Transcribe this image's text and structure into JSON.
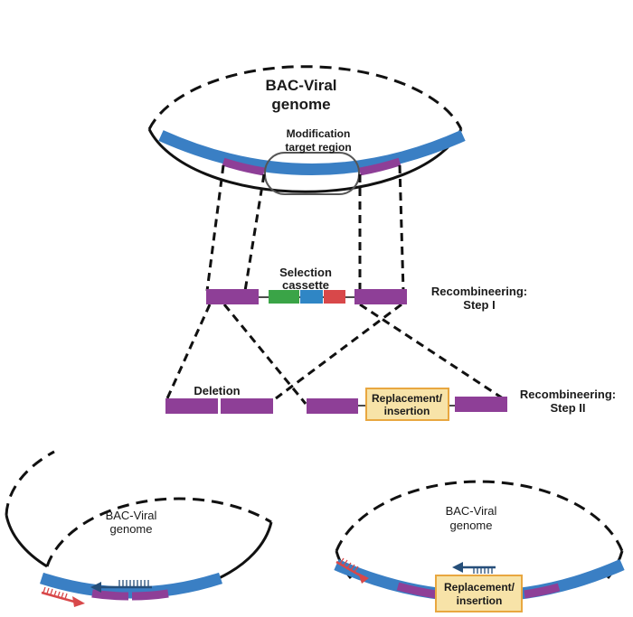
{
  "top_genome": {
    "label_line1": "BAC-Viral",
    "label_line2": "genome"
  },
  "target_region": {
    "label_line1": "Modification",
    "label_line2": "target region"
  },
  "cassette": {
    "label_line1": "Selection",
    "label_line2": "cassette"
  },
  "step1": {
    "label_line1": "Recombineering:",
    "label_line2": "Step I"
  },
  "deletion": {
    "label": "Deletion"
  },
  "replacement": {
    "label_line1": "Replacement/",
    "label_line2": "insertion"
  },
  "step2": {
    "label_line1": "Recombineering:",
    "label_line2": "Step II"
  },
  "bottom_left_genome": {
    "label_line1": "BAC-Viral",
    "label_line2": "genome"
  },
  "bottom_right_genome": {
    "label_line1": "BAC-Viral",
    "label_line2": "genome",
    "insert_line1": "Replacement/",
    "insert_line2": "insertion"
  },
  "colors": {
    "backbone_blue": "#3a7fc4",
    "homology_purple": "#8e3f97",
    "cassette_green": "#3aa447",
    "cassette_blue": "#2f86c5",
    "cassette_red": "#d8484a",
    "insert_fill": "#f7e3a8",
    "insert_border": "#e8a740",
    "primer_red": "#d8484a",
    "primer_navy": "#264f7a"
  }
}
